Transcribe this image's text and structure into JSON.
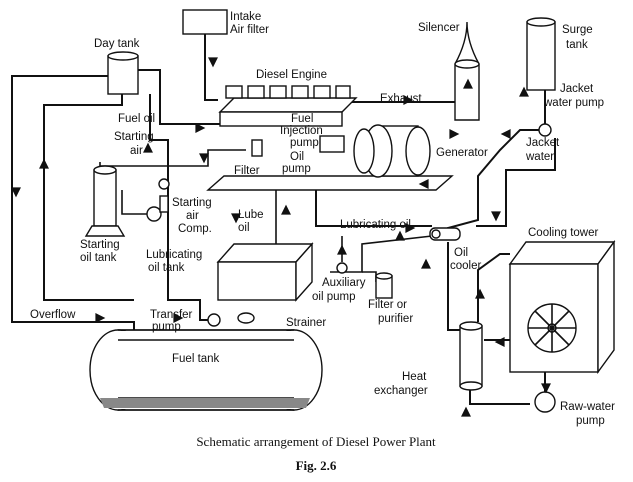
{
  "labels": {
    "intake_air_filter_1": "Intake",
    "intake_air_filter_2": "Air filter",
    "day_tank": "Day tank",
    "silencer": "Silencer",
    "surge_tank_1": "Surge",
    "surge_tank_2": "tank",
    "diesel_engine": "Diesel Engine",
    "jacket_water_pump_1": "Jacket",
    "jacket_water_pump_2": "water pump",
    "exhaust": "Exhaust",
    "fuel_oil": "Fuel oil",
    "fuel_injection_pump_1": "Fuel",
    "fuel_injection_pump_2": "Injection",
    "fuel_injection_pump_3": "pump",
    "starting_air_1": "Starting",
    "starting_air_2": "air",
    "filter": "Filter",
    "oil_pump_1": "Oil",
    "oil_pump_2": "pump",
    "generator": "Generator",
    "jacket_water_1": "Jacket",
    "jacket_water_2": "water",
    "starting_air_comp_1": "Starting",
    "starting_air_comp_2": "air",
    "starting_air_comp_3": "Comp.",
    "lube_oil_1": "Lube",
    "lube_oil_2": "oil",
    "lubricating_oil": "Lubricating oil",
    "starting_oil_tank_1": "Starting",
    "starting_oil_tank_2": "oil tank",
    "lubricating_oil_tank_1": "Lubricating",
    "lubricating_oil_tank_2": "oil tank",
    "oil_cooler_1": "Oil",
    "oil_cooler_2": "cooler",
    "cooling_tower": "Cooling tower",
    "auxiliary_oil_pump_1": "Auxiliary",
    "auxiliary_oil_pump_2": "oil pump",
    "filter_or_purifier_1": "Filter or",
    "filter_or_purifier_2": "purifier",
    "overflow": "Overflow",
    "transfer_pump_1": "Transfer",
    "transfer_pump_2": "pump",
    "strainer": "Strainer",
    "fuel_tank": "Fuel tank",
    "heat_exchanger_1": "Heat",
    "heat_exchanger_2": "exchanger",
    "raw_water_pump_1": "Raw-water",
    "raw_water_pump_2": "pump"
  },
  "caption": "Schematic arrangement of Diesel Power Plant",
  "figure_number": "Fig. 2.6"
}
